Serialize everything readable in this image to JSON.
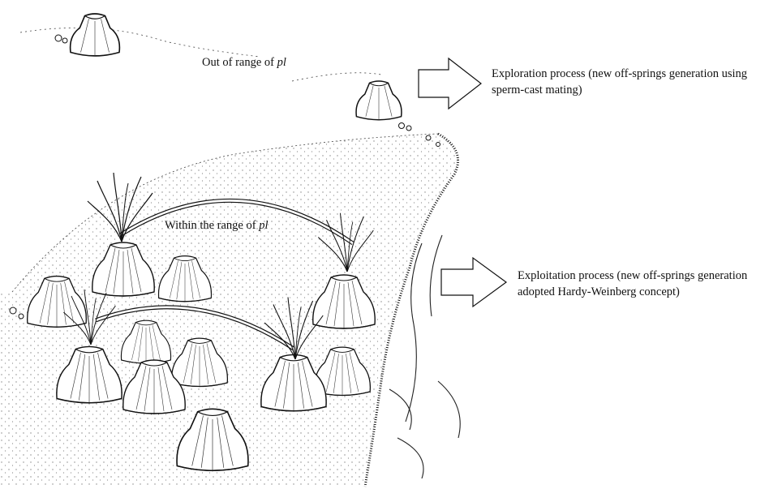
{
  "labels": {
    "out_of_range_prefix": "Out of range of ",
    "within_range_prefix": "Within the range of ",
    "range_symbol": "pl",
    "exploration_line1": "Exploration process (new off-springs generation using",
    "exploration_line2": "sperm-cast mating)",
    "exploitation_line1": "Exploitation process (new off-springs generation",
    "exploitation_line2": "adopted Hardy-Weinberg concept)"
  },
  "colors": {
    "ink": "#111111",
    "background": "#ffffff"
  },
  "icons": {
    "exploration_arrow": "right-arrow-outline",
    "exploitation_arrow": "right-arrow-outline"
  }
}
